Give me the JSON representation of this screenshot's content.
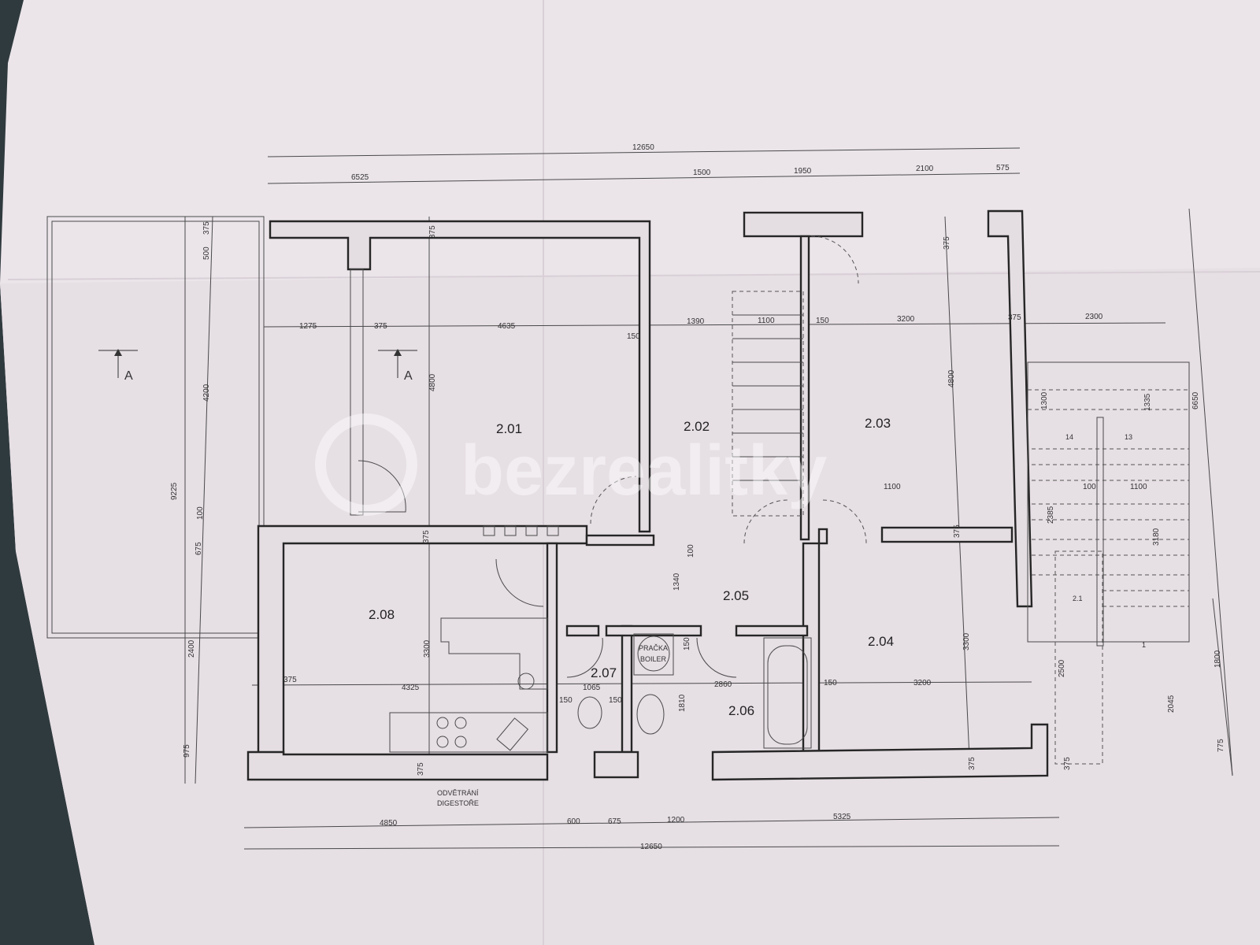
{
  "watermark": {
    "text": "bezrealitky"
  },
  "section_markers": [
    {
      "label": "A"
    },
    {
      "label": "A"
    }
  ],
  "rooms": {
    "r201": "2.01",
    "r202": "2.02",
    "r203": "2.03",
    "r204": "2.04",
    "r205": "2.05",
    "r206": "2.06",
    "r207": "2.07",
    "r208": "2.08"
  },
  "annotations": {
    "washer_boiler_line1": "PRAČKA",
    "washer_boiler_line2": "BOILER",
    "hood_vent_line1": "ODVĚTRÁNÍ",
    "hood_vent_line2": "DIGESTOŘE",
    "stair_step_14": "14",
    "stair_step_13": "13",
    "stair_step_1": "1",
    "stair_ref": "2.1"
  },
  "dimensions": {
    "top_total": "12650",
    "top_left": "6525",
    "top_1500": "1500",
    "top_1950": "1950",
    "top_2100": "2100",
    "top_575": "575",
    "row_1275": "1275",
    "row_375a": "375",
    "row_4635": "4635",
    "row_150a": "150",
    "row_1390": "1390",
    "row_1100": "1100",
    "row_150b": "150",
    "row_3200a": "3200",
    "row_375b": "375",
    "row_2300": "2300",
    "v_375_top": "375",
    "v_4800a": "4800",
    "v_375_left": "375",
    "v_375_right": "375",
    "v_4800b": "4800",
    "v_375_mid": "375",
    "v_100": "100",
    "v_1340": "1340",
    "v_375_208": "375",
    "v_3300a": "3300",
    "v_150_206": "150",
    "v_1810": "1810",
    "v_375_204": "375",
    "v_3300b": "3300",
    "v_375_bot1": "375",
    "v_375_bot2": "375",
    "v_375_bot3": "375",
    "l_375": "375",
    "l_500": "500",
    "l_4200": "4200",
    "l_9225": "9225",
    "l_100": "100",
    "l_675": "675",
    "l_2400": "2400",
    "l_975": "975",
    "k_375": "375",
    "k_4325": "4325",
    "k_1065": "1065",
    "k_150a": "150",
    "k_150b": "150",
    "k_2860": "2860",
    "k_150c": "150",
    "k_3200": "3200",
    "s_1300": "1300",
    "s_1335": "1335",
    "s_1100a": "1100",
    "s_100": "100",
    "s_1100b": "1100",
    "s_2385": "2385",
    "s_3180": "3180",
    "s_2500": "2500",
    "s_2045": "2045",
    "s_775": "775",
    "s_6650": "6650",
    "s_1800": "1800",
    "bot_4850": "4850",
    "bot_600": "600",
    "bot_675": "675",
    "bot_1200": "1200",
    "bot_5325": "5325",
    "bot_total": "12650"
  }
}
